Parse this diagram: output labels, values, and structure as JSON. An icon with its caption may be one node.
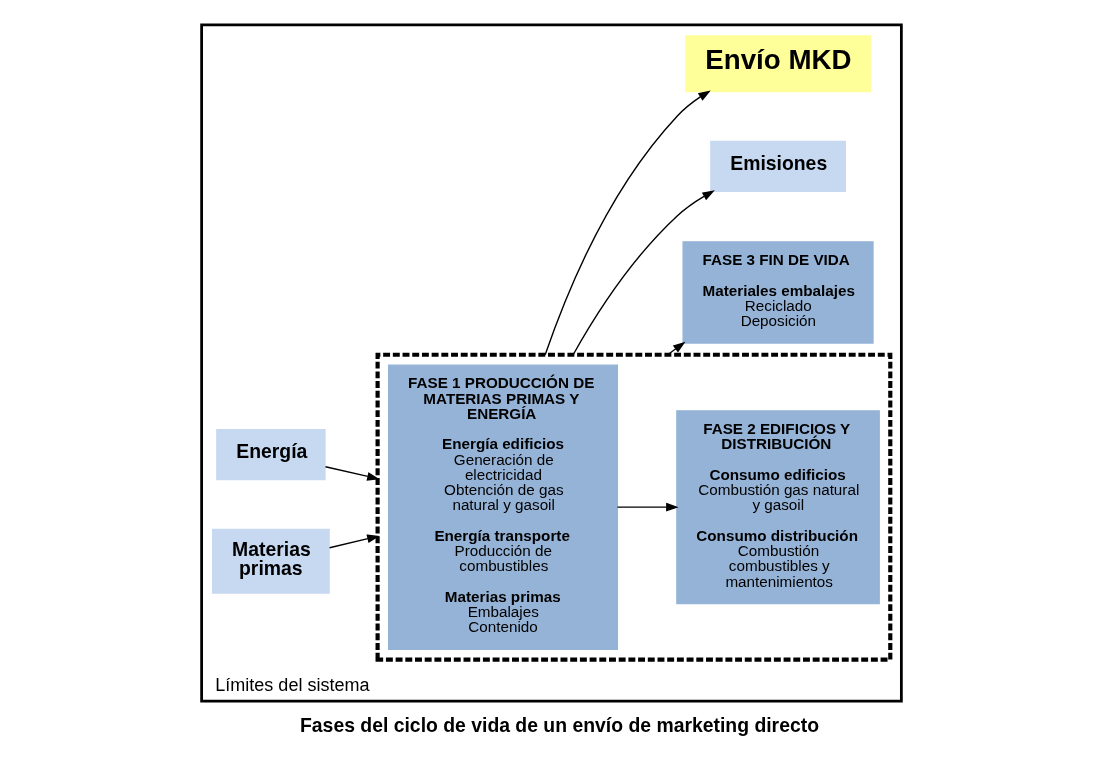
{
  "diagram": {
    "caption": "Fases del ciclo de vida de un envío de marketing directo",
    "nodes": [
      {
        "text": [
          "Límites del sistema"
        ]
      },
      {
        "text": [],
        "shape": "box",
        "in": 0
      },
      {
        "text": [
          "FASE 1 PRODUCCIÓN DE MATERIAS PRIMAS Y ENERGÍA",
          "Energía edificios",
          "Generación de electricidad",
          "Obtención de gas natural y gasoil",
          "Energía transporte",
          "Producción de combustibles",
          "Materias primas",
          "Embalajes",
          "Contenido"
        ],
        "in": 1
      },
      {
        "text": [
          "FASE 2 EDIFICIOS Y DISTRIBUCIÓN",
          "Consumo edificios",
          "Combustión gas natural y gasoil",
          "Consumo distribución",
          "Combustión combustibles y mantenimientos"
        ],
        "in": 1
      },
      {
        "text": [
          "FASE 3 FIN DE VIDA",
          "Materiales embalajes",
          "Reciclado",
          "Deposición"
        ],
        "in": 0
      },
      {
        "text": [
          "Energía"
        ],
        "in": 0
      },
      {
        "text": [
          "Materias primas"
        ],
        "in": 0
      },
      {
        "text": [
          "Emisiones"
        ],
        "in": 0
      },
      {
        "text": [
          "Envío MKD"
        ],
        "in": 0
      }
    ],
    "edges": [
      {
        "from": 5,
        "to": 1,
        "arrow": "to"
      },
      {
        "from": 6,
        "to": 1,
        "arrow": "to"
      },
      {
        "from": 2,
        "to": 3,
        "arrow": "to"
      },
      {
        "from": 1,
        "to": 4,
        "arrow": "to"
      },
      {
        "from": 1,
        "to": 7,
        "arrow": "to"
      },
      {
        "from": 1,
        "to": 8,
        "arrow": "to"
      }
    ]
  }
}
